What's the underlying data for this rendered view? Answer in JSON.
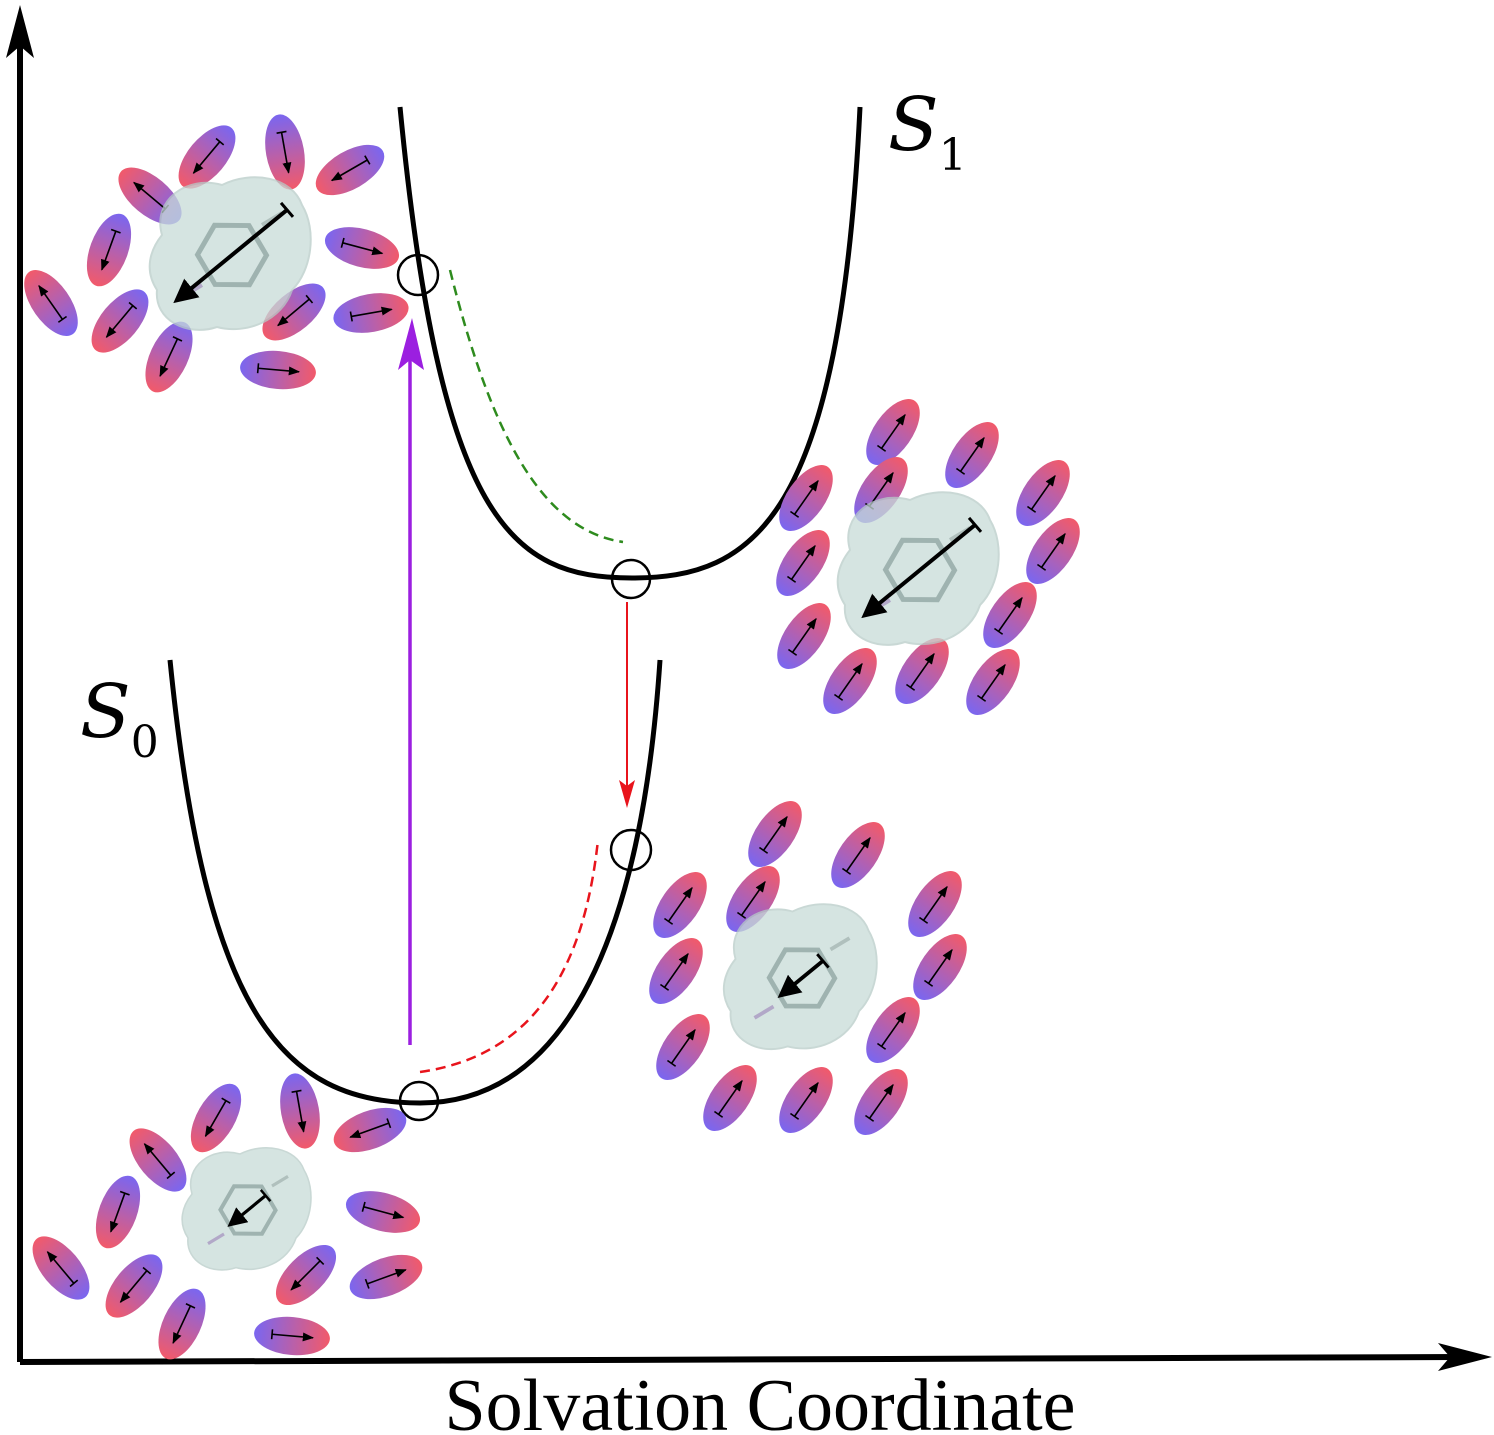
{
  "axes": {
    "xlabel": "Solvation Coordinate",
    "ylabel": ""
  },
  "states": {
    "excited": {
      "symbol": "S",
      "subscript": "1"
    },
    "ground": {
      "symbol": "S",
      "subscript": "0"
    }
  },
  "transitions": {
    "absorption_color": "#9b1fe0",
    "emission_color": "#e8141c",
    "excited_relaxation_color": "#2e8b1e",
    "ground_relaxation_color": "#e8141c"
  },
  "solvent_dipole_colors": {
    "positive": "#f25a6a",
    "negative": "#7a66f0"
  },
  "solute_color": "#c8dcd8",
  "clusters": [
    {
      "id": "ground-equilibrium",
      "arrangement": "disordered",
      "solute_dipole": "small"
    },
    {
      "id": "franck-condon-excited",
      "arrangement": "disordered",
      "solute_dipole": "large"
    },
    {
      "id": "excited-equilibrium",
      "arrangement": "aligned",
      "solute_dipole": "large"
    },
    {
      "id": "franck-condon-ground",
      "arrangement": "aligned",
      "solute_dipole": "small"
    }
  ]
}
